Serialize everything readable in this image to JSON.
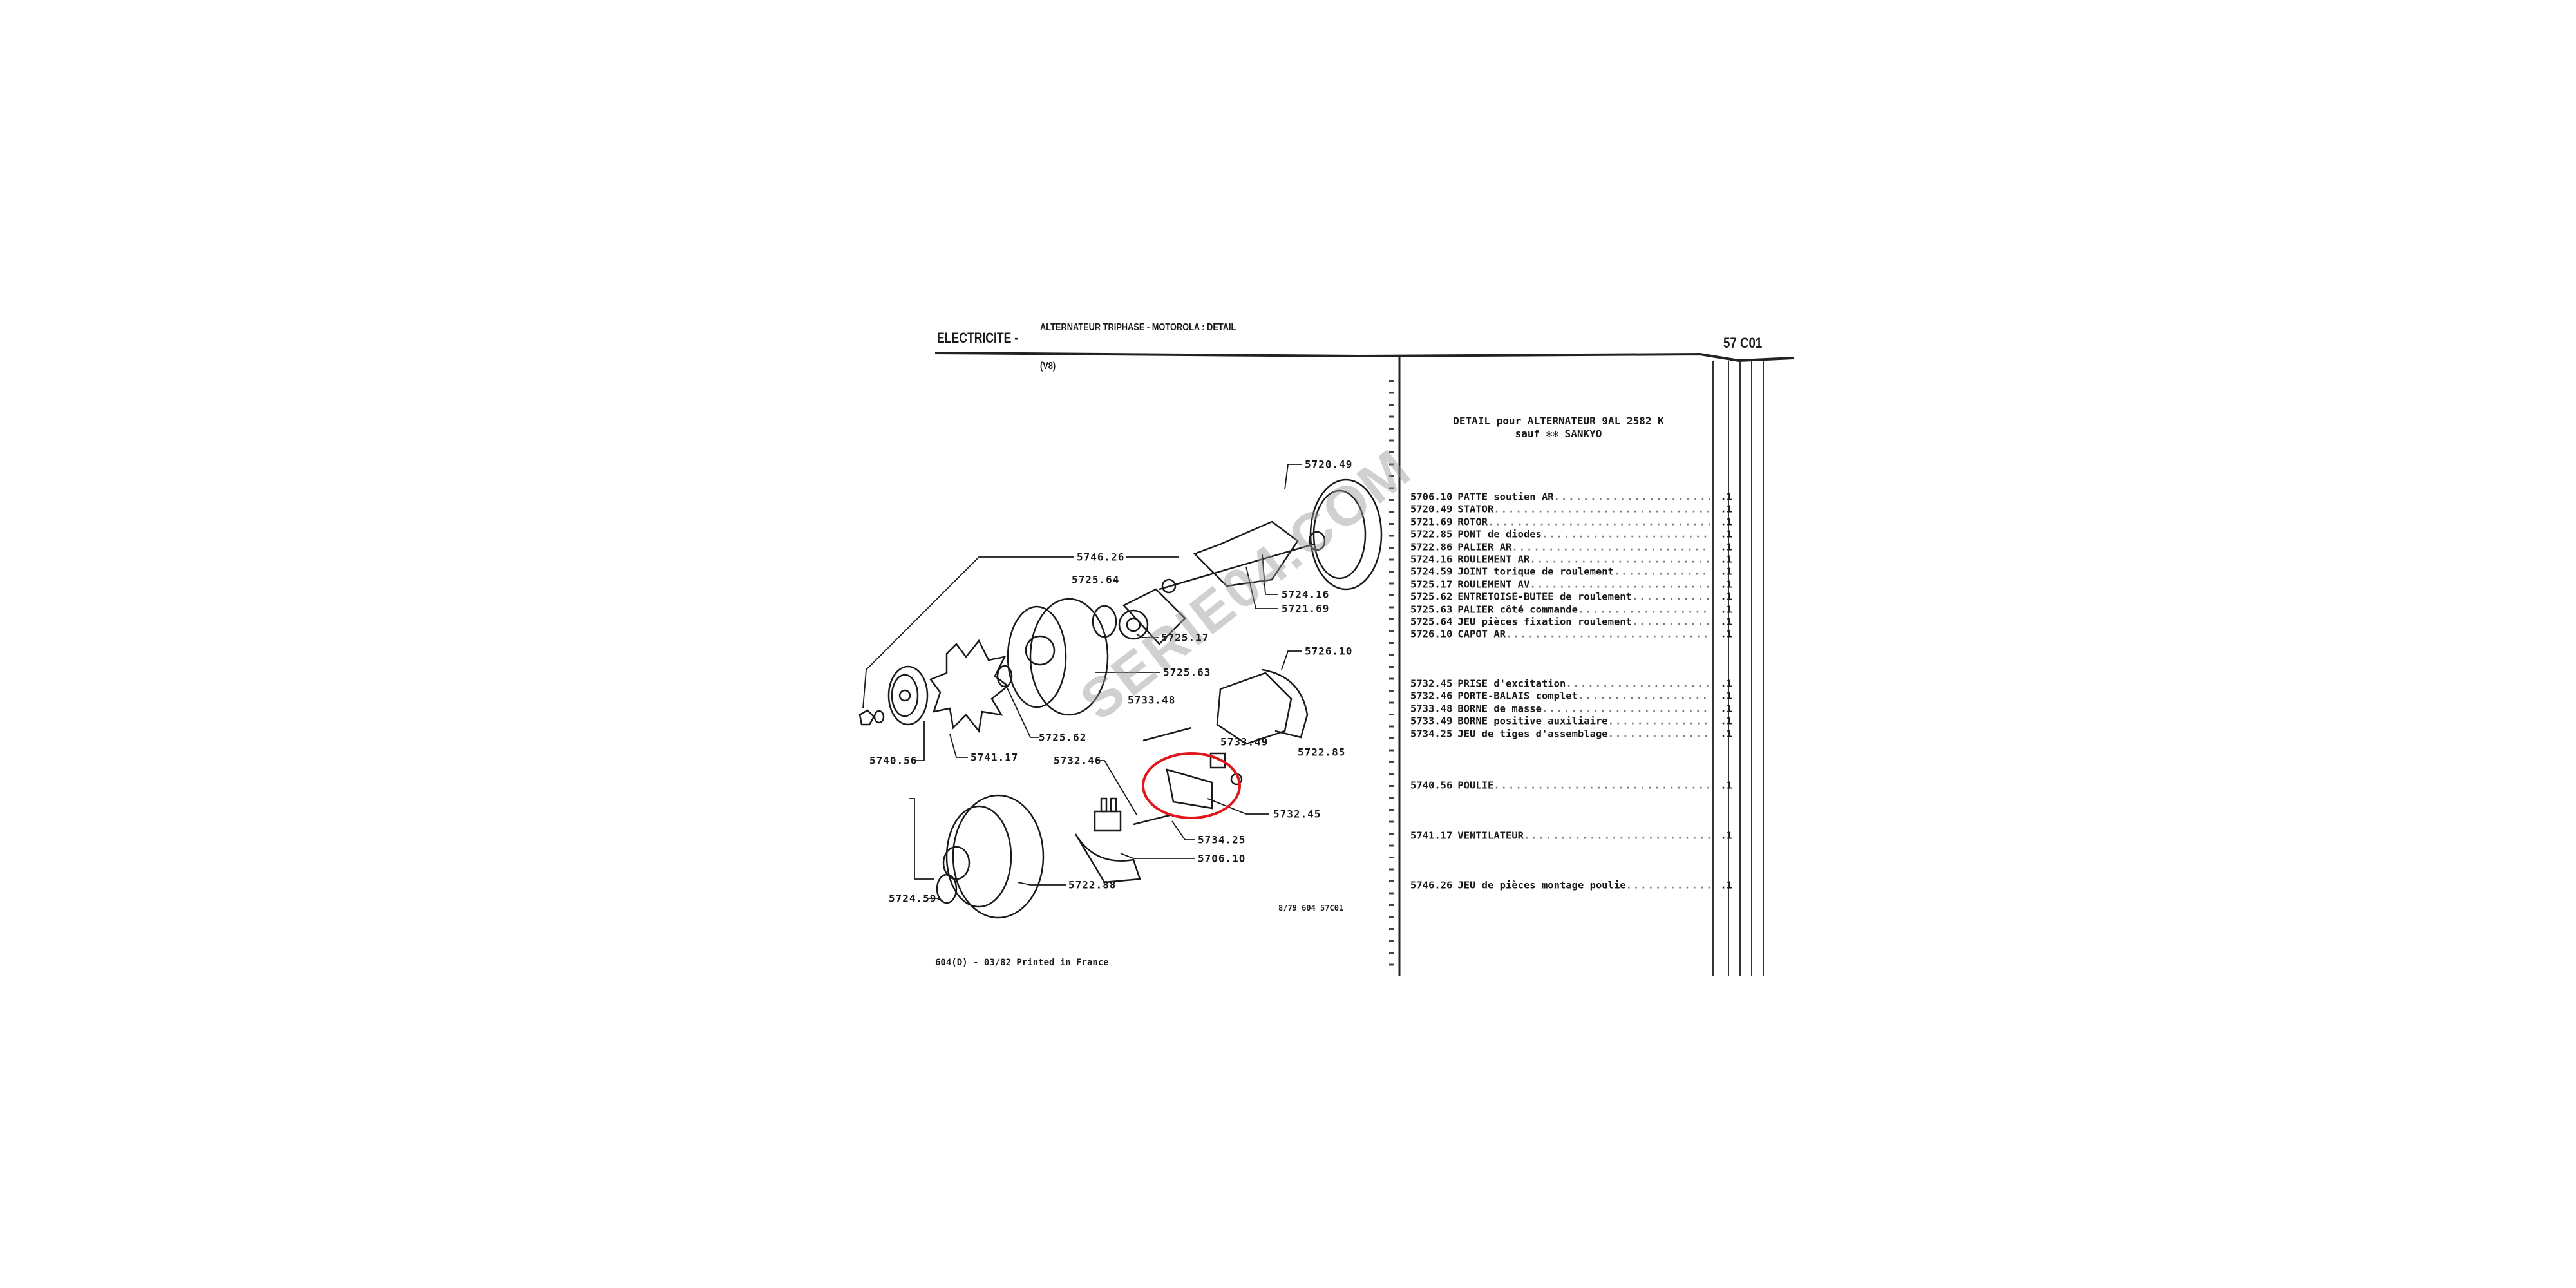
{
  "header": {
    "section": "ELECTRICITE -",
    "title": "ALTERNATEUR TRIPHASE - MOTOROLA : DETAIL",
    "subtitle": "(V8)",
    "page_ref": "57 C01"
  },
  "diagram": {
    "callouts": [
      "5720.49",
      "5746.26",
      "5725.64",
      "5724.16",
      "5721.69",
      "5725.17",
      "5726.10",
      "5725.63",
      "5733.48",
      "5725.62",
      "5733.49",
      "5722.85",
      "5740.56",
      "5741.17",
      "5732.46",
      "5732.45",
      "5734.25",
      "5706.10",
      "5722.88",
      "5724.59"
    ],
    "drawing_ref": "8/79 604 57C01",
    "highlight_color": "#e0161b",
    "watermark": "SERIE04.COM"
  },
  "parts_list": {
    "title_line1": "DETAIL pour ALTERNATEUR 9AL 2582 K",
    "title_line2": "sauf ✻✻ SANKYO",
    "groups": [
      [
        {
          "code": "5706.10",
          "desc": "PATTE soutien AR",
          "qty": ".1"
        },
        {
          "code": "5720.49",
          "desc": "STATOR",
          "qty": ".1"
        },
        {
          "code": "5721.69",
          "desc": "ROTOR",
          "qty": ".1"
        },
        {
          "code": "5722.85",
          "desc": "PONT de diodes",
          "qty": ".1"
        },
        {
          "code": "5722.86",
          "desc": "PALIER AR",
          "qty": ".1"
        },
        {
          "code": "5724.16",
          "desc": "ROULEMENT AR",
          "qty": ".1"
        },
        {
          "code": "5724.59",
          "desc": "JOINT torique de roulement",
          "qty": ".1"
        },
        {
          "code": "5725.17",
          "desc": "ROULEMENT AV",
          "qty": ".1"
        },
        {
          "code": "5725.62",
          "desc": "ENTRETOISE-BUTEE de roulement",
          "qty": ".1"
        },
        {
          "code": "5725.63",
          "desc": "PALIER côté commande",
          "qty": ".1"
        },
        {
          "code": "5725.64",
          "desc": "JEU pièces fixation roulement",
          "qty": ".1"
        },
        {
          "code": "5726.10",
          "desc": "CAPOT AR",
          "qty": ".1"
        }
      ],
      [
        {
          "code": "5732.45",
          "desc": "PRISE d'excitation",
          "qty": ".1"
        },
        {
          "code": "5732.46",
          "desc": "PORTE-BALAIS complet",
          "qty": ".1"
        },
        {
          "code": "5733.48",
          "desc": "BORNE de masse",
          "qty": ".1"
        },
        {
          "code": "5733.49",
          "desc": "BORNE positive auxiliaire",
          "qty": ".1"
        },
        {
          "code": "5734.25",
          "desc": "JEU de tiges d'assemblage",
          "qty": ".1"
        }
      ],
      [
        {
          "code": "5740.56",
          "desc": "POULIE",
          "qty": ".1"
        }
      ],
      [
        {
          "code": "5741.17",
          "desc": "VENTILATEUR",
          "qty": ".1"
        }
      ],
      [
        {
          "code": "5746.26",
          "desc": "JEU de pièces montage poulie",
          "qty": ".1"
        }
      ]
    ]
  },
  "footer": "604(D) - 03/82 Printed in France"
}
